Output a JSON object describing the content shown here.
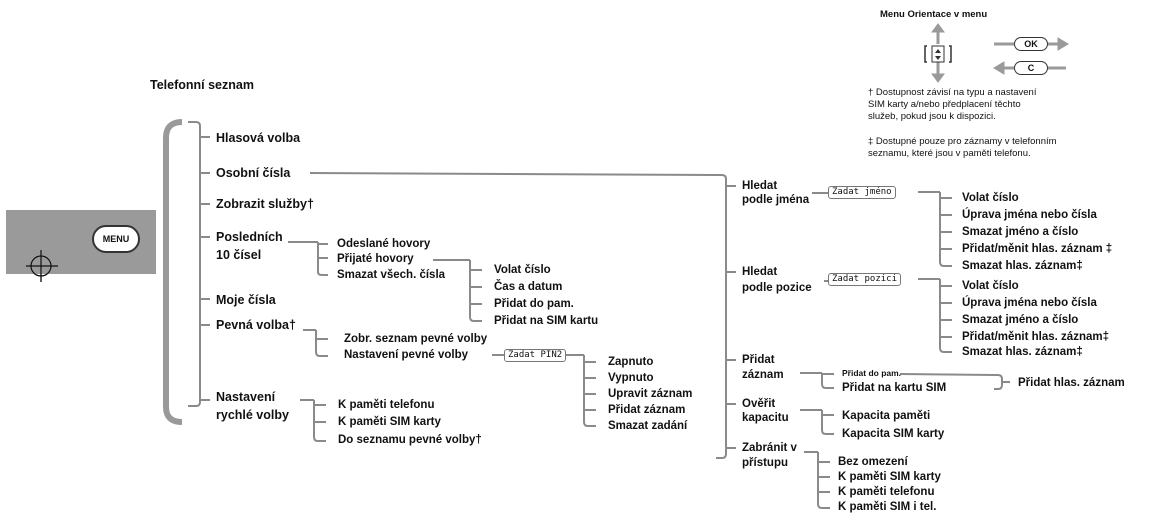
{
  "legend": {
    "title": "Menu Orientace v menu",
    "ok_label": "OK",
    "c_label": "C",
    "dagger_note": "† Dostupnost závisí na typu a nastavení\nSIM karty a/nebo předplacení těchto\nslužeb, pokud jsou k dispozici.",
    "ddagger_note": "‡ Dostupné pouze pro záznamy v telefonním\nseznamu, které jsou v paměti telefonu."
  },
  "device": {
    "menu_button": "MENU"
  },
  "root_title": "Telefonní seznam",
  "level1": {
    "hlasova_volba": "Hlasová volba",
    "osobni_cisla": "Osobní čísla",
    "zobrazit_sluzby": "Zobrazit služby†",
    "poslednich_1": "Posledních",
    "poslednich_2": "10 čísel",
    "moje_cisla": "Moje čísla",
    "pevna_volba": "Pevná volba†",
    "rychle_1": "Nastavení",
    "rychle_2": "rychlé volby"
  },
  "poslednich": {
    "items": [
      "Odeslané hovory",
      "Přijaté hovory",
      "Smazat všech. čísla"
    ],
    "sub": [
      "Volat číslo",
      "Čas a datum",
      "Přidat do pam.",
      "Přidat na SIM kartu"
    ]
  },
  "pevna": {
    "items": [
      "Zobr. seznam pevné volby",
      "Nastavení pevné volby"
    ],
    "input": "Zadat PIN2",
    "sub": [
      "Zapnuto",
      "Vypnuto",
      "Upravit záznam",
      "Přidat záznam",
      "Smazat zadání"
    ]
  },
  "rychle": {
    "items": [
      "K paměti telefonu",
      "K paměti SIM karty",
      "Do seznamu pevné volby†"
    ]
  },
  "osobni": {
    "hledat_jmeno_1": "Hledat",
    "hledat_jmeno_2": "podle jména",
    "input_jmeno": "Zadat jméno",
    "jmeno_sub": [
      "Volat číslo",
      "Úprava jména nebo čísla",
      "Smazat jméno a číslo",
      "Přidat/měnit hlas. záznam ‡",
      "Smazat hlas. záznam‡"
    ],
    "hledat_pozice_1": "Hledat",
    "hledat_pozice_2": "podle pozice",
    "input_pozice": "Zadat pozici",
    "pozice_sub": [
      "Volat číslo",
      "Úprava jména nebo čísla",
      "Smazat jméno a číslo",
      "Přidat/měnit hlas. záznam‡",
      "Smazat hlas. záznam‡"
    ],
    "pridat_1": "Přidat",
    "pridat_2": "záznam",
    "pridat_sub": [
      "Přidat do pam.",
      "Přidat na kartu SIM"
    ],
    "pridat_hlas": "Přidat hlas. záznam",
    "overit_1": "Ověřit",
    "overit_2": "kapacitu",
    "overit_sub": [
      "Kapacita paměti",
      "Kapacita SIM karty"
    ],
    "zabranit_1": "Zabránit v",
    "zabranit_2": "přístupu",
    "zabranit_sub": [
      "Bez omezení",
      "K paměti SIM karty",
      "K paměti telefonu",
      "K paměti SIM i tel."
    ]
  }
}
